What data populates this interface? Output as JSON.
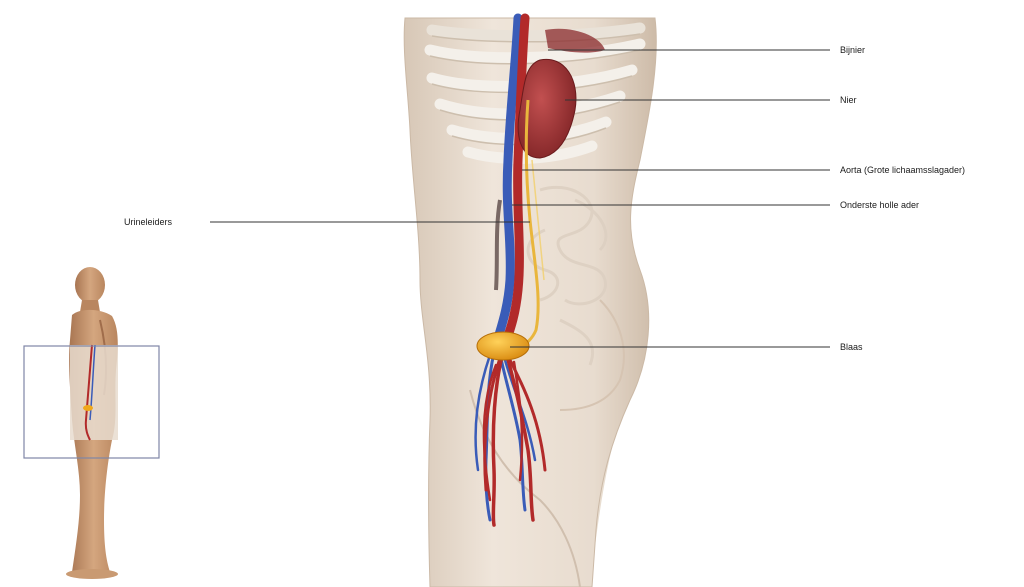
{
  "labels": {
    "bijnier": "Bijnier",
    "nier": "Nier",
    "aorta": "Aorta (Grote lichaamsslagader)",
    "onderste_holle_ader": "Onderste holle ader",
    "urineleiders": "Urineleiders",
    "blaas": "Blaas"
  },
  "colors": {
    "skin": "#e9ddd0",
    "skin_shade": "#d8c6b3",
    "rib": "#f2eee8",
    "kidney": "#9b2f30",
    "artery": "#b22a2a",
    "vein": "#3a5cb8",
    "ureter": "#e9b63c",
    "bladder": "#f0a81c",
    "thumb_body": "#c99a72",
    "leader_line": "#333333",
    "inset_box": "#7f86a6"
  }
}
